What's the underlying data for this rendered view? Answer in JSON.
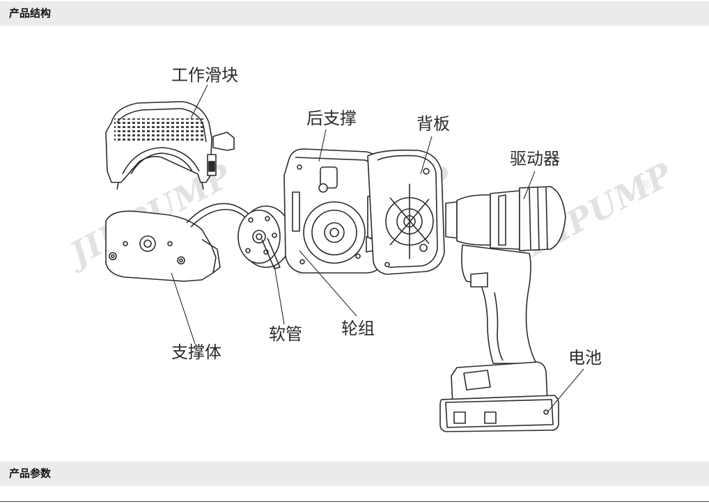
{
  "sections": {
    "structure_title": "产品结构",
    "params_title": "产品参数"
  },
  "diagram": {
    "labels": {
      "work_slider": "工作滑块",
      "rear_support": "后支撑",
      "back_plate": "背板",
      "driver": "驱动器",
      "support_body": "支撑体",
      "hose": "软管",
      "roller_group": "轮组",
      "battery": "电池"
    },
    "watermark": "JIHPUMP",
    "registered_mark": "®"
  }
}
